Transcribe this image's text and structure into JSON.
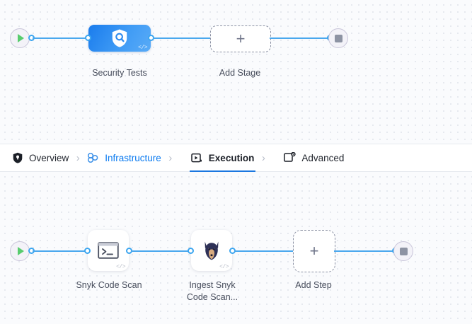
{
  "theme": {
    "accent": "#1b77e0",
    "link": "#0a7af0",
    "wire": "#4aa8ee",
    "stage_blue": "#1a7ced",
    "canvas_bg": "#fafbfd",
    "dot": "#dfe3ea",
    "start_green": "#58cc6e",
    "stop_gray": "#8d93a3"
  },
  "tabs": [
    {
      "label": "Overview",
      "icon": "shield-icon",
      "state": "default"
    },
    {
      "label": "Infrastructure",
      "icon": "infrastructure-icon",
      "state": "link"
    },
    {
      "label": "Execution",
      "icon": "execution-icon",
      "state": "active"
    },
    {
      "label": "Advanced",
      "icon": "advanced-icon",
      "state": "default"
    }
  ],
  "separator": "›",
  "stage_pipeline": {
    "start_icon": "play-icon",
    "end_icon": "stop-icon",
    "nodes": [
      {
        "label": "Security Tests",
        "icon": "shield-search-icon",
        "badge": "</>",
        "type": "stage"
      },
      {
        "label": "Add Stage",
        "icon": "plus-icon",
        "type": "add"
      }
    ]
  },
  "step_pipeline": {
    "start_icon": "play-icon",
    "end_icon": "stop-icon",
    "nodes": [
      {
        "label": "Snyk Code Scan",
        "icon": "terminal-icon",
        "badge": "</>",
        "type": "step"
      },
      {
        "label_line1": "Ingest Snyk",
        "label_line2": "Code Scan...",
        "icon": "snyk-dog-icon",
        "badge": "</>",
        "type": "step"
      },
      {
        "label": "Add Step",
        "icon": "plus-icon",
        "type": "add"
      }
    ]
  },
  "plus": "+"
}
